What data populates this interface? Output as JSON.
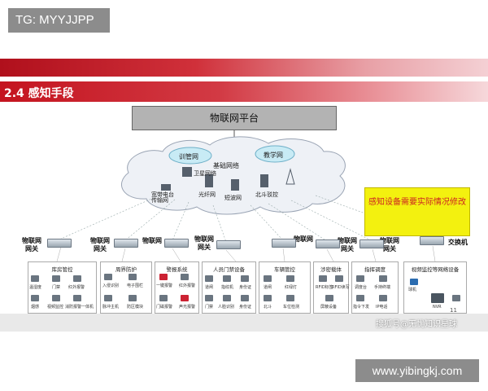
{
  "watermark_tag": "TG: MYYJJPP",
  "section_title": "2.4 感知手段",
  "platform_label": "物联网平台",
  "cloud": {
    "top_left": "训管网",
    "top_right": "教学网",
    "center": "基础网络",
    "nodes": [
      "卫星网络",
      "光纤网",
      "短波网",
      "北斗驳控",
      "宽带电台传输网"
    ]
  },
  "note": "感知设备需要实际情况修改",
  "gateways": [
    "物联网网关",
    "物联网网关",
    "物联网",
    "物联网网关",
    "物联网",
    "物联网网关",
    "物联网网关"
  ],
  "switch_label": "交换机",
  "subsystems": [
    {
      "title": "库房管控",
      "items": [
        "温湿度",
        "门禁",
        "红外报警",
        "烟感",
        "视频监控",
        "消防报警一体机"
      ]
    },
    {
      "title": "周界防护",
      "items": [
        "入侵识别",
        "电子围栏",
        "脉冲主机",
        "防区模块"
      ]
    },
    {
      "title": "警报系统",
      "items": [
        "一键报警",
        "红外报警",
        "门磁报警",
        "声光报警"
      ]
    },
    {
      "title": "人员门禁设备",
      "items": [
        "道闸",
        "指纹机",
        "身份证",
        "门禁",
        "人脸识别",
        "身份证"
      ]
    },
    {
      "title": "车辆管控",
      "items": [
        "道闸",
        "红绿灯",
        "北斗",
        "车位检测"
      ]
    },
    {
      "title": "涉密载体",
      "items": [
        "RFID标签",
        "RFID读写",
        "屏蔽设备"
      ]
    },
    {
      "title": "指挥调度",
      "items": [
        "调度台",
        "手持终端",
        "指令下发",
        "IP电话"
      ]
    },
    {
      "title": "视频监控等网络设备",
      "items": [
        "球机",
        "NVR"
      ]
    }
  ],
  "sohu_mark": "搜狐号@无忧知识星球",
  "page_num": "11",
  "url_mark": "www.yibingkj.com"
}
